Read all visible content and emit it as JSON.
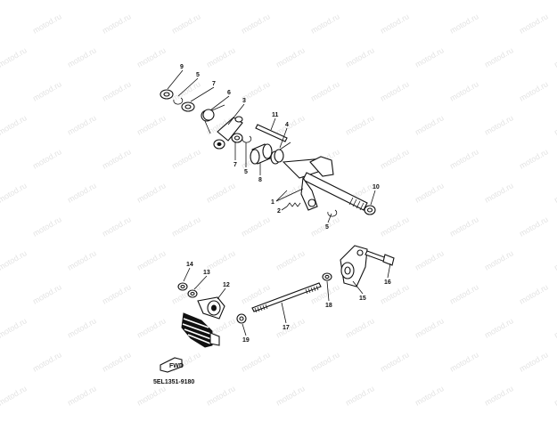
{
  "diagram": {
    "part_code": "5EL1351-9180",
    "callouts": [
      "9",
      "5",
      "7",
      "6",
      "3",
      "11",
      "4",
      "7",
      "5",
      "8",
      "1",
      "2",
      "10",
      "5",
      "14",
      "13",
      "12",
      "16",
      "15",
      "18",
      "17",
      "19"
    ],
    "watermark_text": "motod.ru"
  }
}
